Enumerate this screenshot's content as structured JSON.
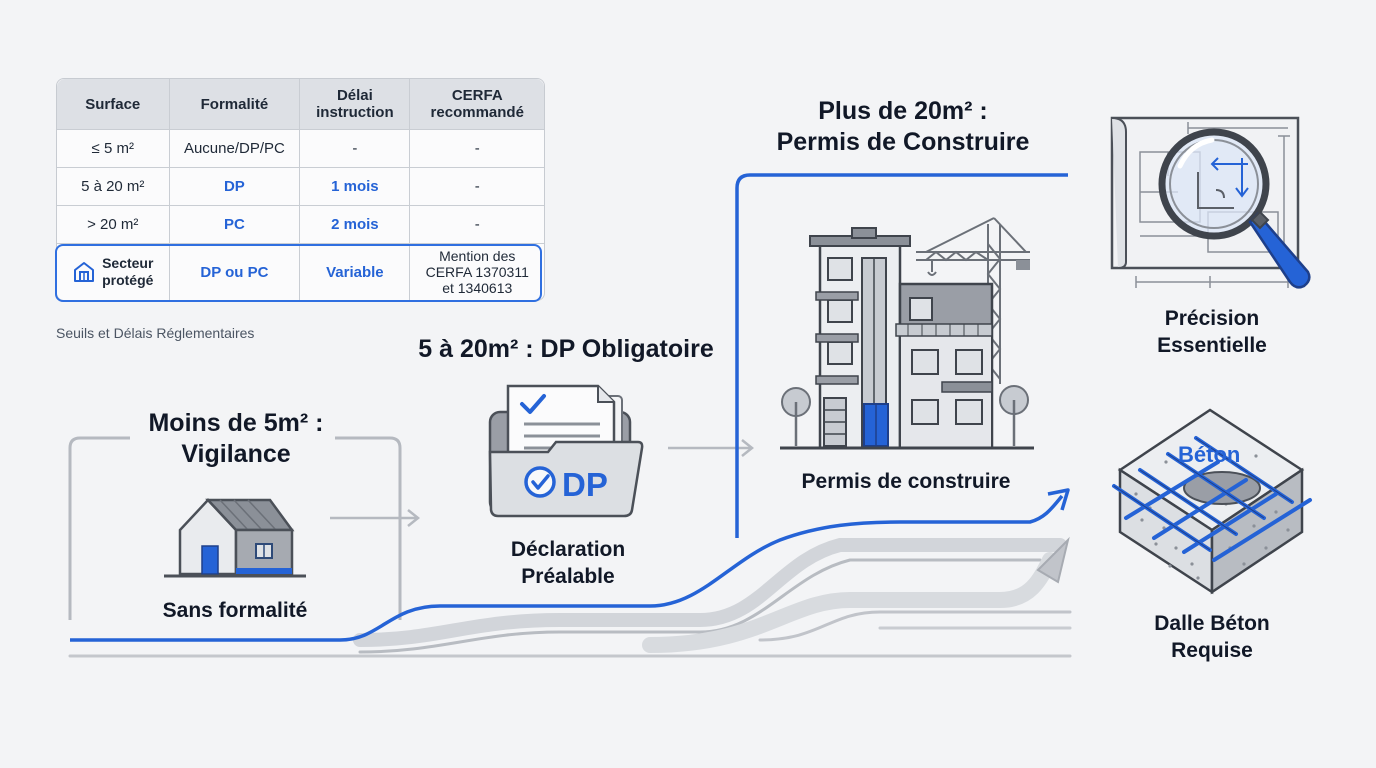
{
  "table": {
    "headers": [
      [
        "Surface"
      ],
      [
        "Formalité"
      ],
      [
        "Délai",
        "instruction"
      ],
      [
        "CERFA",
        "recommandé"
      ]
    ],
    "rows": [
      {
        "surface": "≤ 5 m²",
        "formalite": "Aucune/DP/PC",
        "delai": "-",
        "cerfa": "-"
      },
      {
        "surface": "5 à 20 m²",
        "formalite": "DP",
        "delai": "1 mois",
        "cerfa": "-"
      },
      {
        "surface": "> 20 m²",
        "formalite": "PC",
        "delai": "2 mois",
        "cerfa": "-"
      },
      {
        "surface": [
          "Secteur",
          "protégé"
        ],
        "formalite": "DP ou PC",
        "delai": "Variable",
        "cerfa": [
          "Mention des",
          "CERFA 1370311",
          "et 1340613"
        ]
      }
    ],
    "caption": "Seuils et Délais Réglementaires"
  },
  "steps": {
    "small": {
      "heading": [
        "Moins de 5m² :",
        "Vigilance"
      ],
      "label": "Sans formalité"
    },
    "medium": {
      "heading": "5 à 20m² : DP Obligatoire",
      "label": [
        "Déclaration",
        "Préalable"
      ],
      "badge": "DP"
    },
    "large": {
      "heading": [
        "Plus de 20m² :",
        "Permis de Construire"
      ],
      "label": "Permis de construire"
    }
  },
  "side": {
    "precision": {
      "label": [
        "Précision",
        "Essentielle"
      ]
    },
    "concrete": {
      "badge": "Béton",
      "label": [
        "Dalle Béton",
        "Requise"
      ]
    }
  },
  "colors": {
    "accent": "#2563d6",
    "line_gray": "#b9bdc4",
    "icon_gray": "#8b9098"
  }
}
